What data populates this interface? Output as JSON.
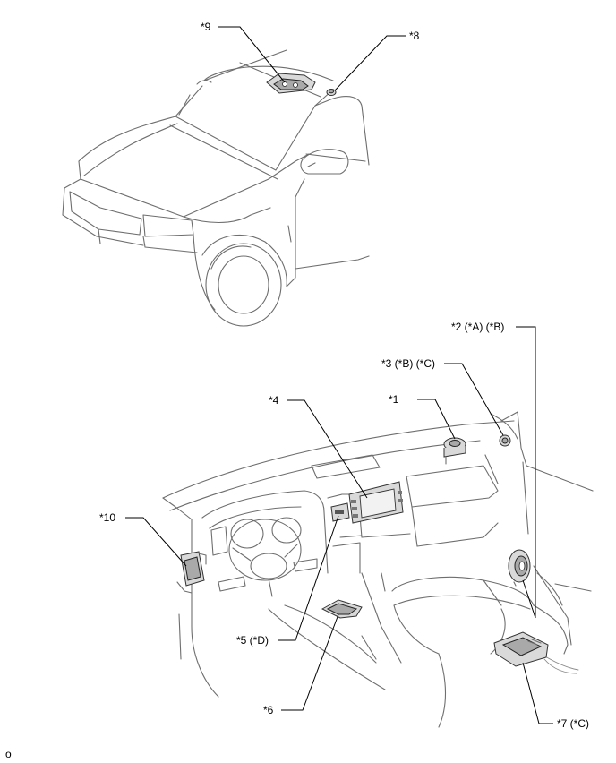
{
  "callouts": {
    "c1": "*1",
    "c2": "*2 (*A) (*B)",
    "c3": "*3 (*B) (*C)",
    "c4": "*4",
    "c5": "*5 (*D)",
    "c6": "*6",
    "c7": "*7 (*C)",
    "c8": "*8",
    "c9": "*9",
    "c10": "*10"
  },
  "footer_mark": "o"
}
